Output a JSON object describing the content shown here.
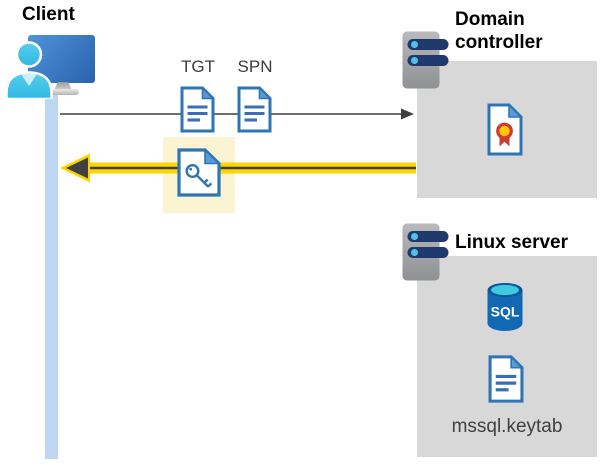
{
  "client": {
    "label": "Client"
  },
  "flow": {
    "tgt_label": "TGT",
    "spn_label": "SPN"
  },
  "domain_controller": {
    "label": "Domain controller"
  },
  "linux_server": {
    "label": "Linux server",
    "sql_label": "SQL",
    "keytab_label": "mssql.keytab"
  },
  "icons": {
    "monitor-icon": "blue desktop monitor with gray stand",
    "user-icon": "cyan person silhouette",
    "server-icon": "gray server tower with two navy bars and light-blue indicator dots",
    "ticket-document-icon": "white document, blue border, folded corner, blue text lines",
    "key-document-icon": "white document with blue key glyph (service ticket / keytab)",
    "certificate-icon": "white document with red ribbon seal and gold center",
    "sql-database-icon": "blue database cylinder with cyan top labeled SQL",
    "request-arrow-icon": "thin gray arrow pointing right",
    "response-arrow-icon": "gold-highlighted arrow with dark core pointing left"
  },
  "colors": {
    "accent_gold": "#ffd400",
    "highlight_cream": "#faf4d2",
    "doc_border_blue": "#2e75b6",
    "doc_fold_blue": "#5b9bd5",
    "box_gray": "#d8d8d8",
    "timeline_blue": "#bdd7f3",
    "person_cyan": "#45c6ea",
    "monitor_blue": "#3170bc",
    "server_bar_navy": "#20396b",
    "server_dot_blue": "#4fc0e8",
    "sql_body_blue": "#1168b5",
    "sql_top_cyan": "#3fc9e0",
    "seal_red": "#cf3b34",
    "seal_gold": "#ffc800",
    "arrow_gray": "#595959",
    "arrowhead_dark": "#404040",
    "sublabel_gray": "#3b3b3b"
  }
}
